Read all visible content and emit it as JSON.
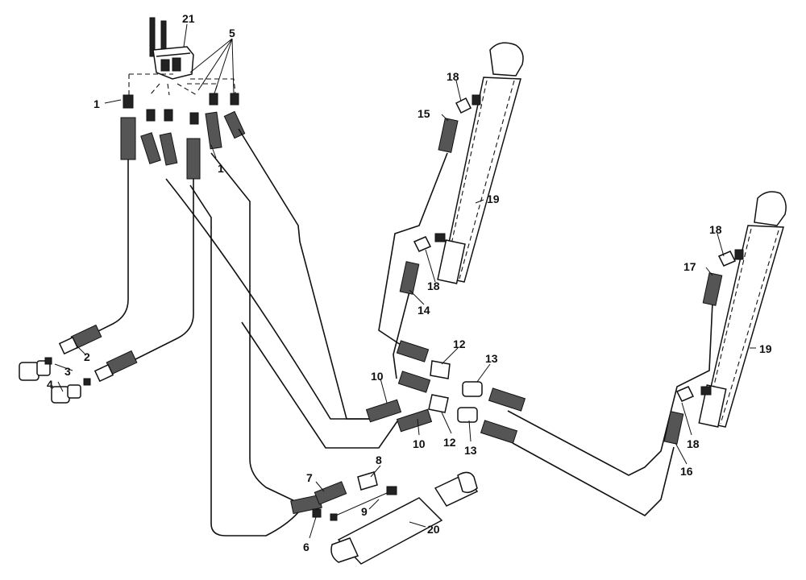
{
  "callouts": {
    "c21": "21",
    "c5": "5",
    "c1a": "1",
    "c1b": "1",
    "c18a": "18",
    "c15": "15",
    "c19a": "19",
    "c18b": "18",
    "c14": "14",
    "c18c": "18",
    "c17": "17",
    "c19b": "19",
    "c12a": "12",
    "c13a": "13",
    "c10a": "10",
    "c2": "2",
    "c3": "3",
    "c4": "4",
    "c10b": "10",
    "c12b": "12",
    "c13b": "13",
    "c18d": "18",
    "c16": "16",
    "c8": "8",
    "c7": "7",
    "c9": "9",
    "c6": "6",
    "c20": "20"
  }
}
